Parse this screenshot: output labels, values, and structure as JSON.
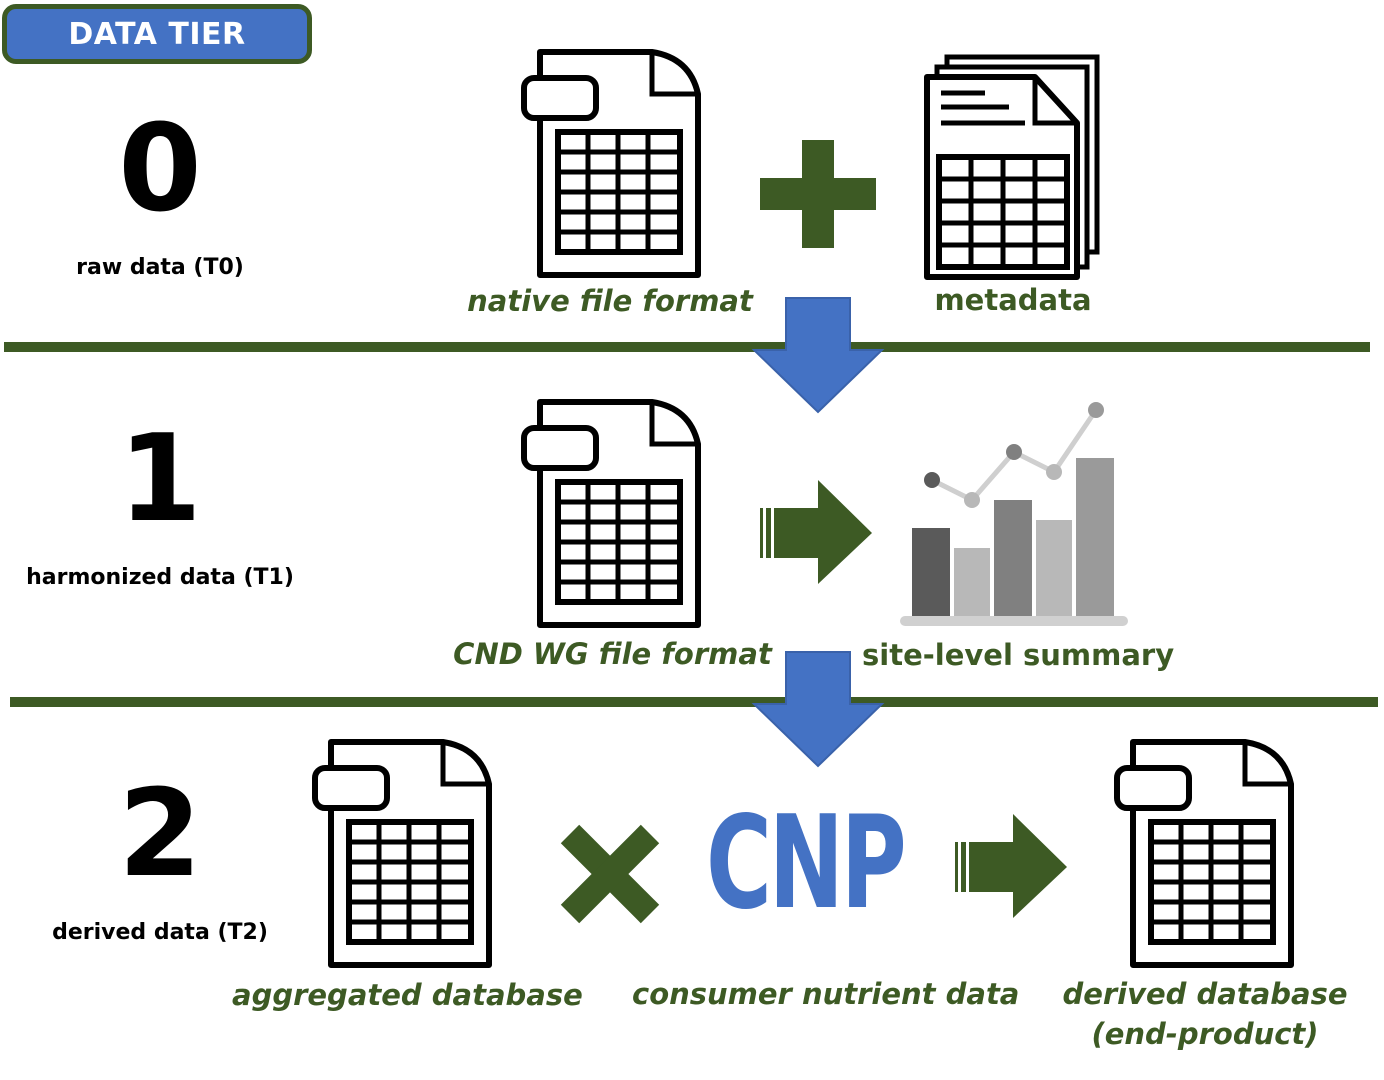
{
  "header": {
    "badge": "DATA TIER"
  },
  "tiers": [
    {
      "number": "0",
      "label": "raw data (T0)"
    },
    {
      "number": "1",
      "label": "harmonized data (T1)"
    },
    {
      "number": "2",
      "label": "derived data (T2)"
    }
  ],
  "tier0": {
    "native_caption": "native file format",
    "metadata_caption": "metadata"
  },
  "tier1": {
    "cndwg_caption": "CND WG file format",
    "summary_caption": "site-level summary"
  },
  "tier2": {
    "aggregated_caption": "aggregated database",
    "cnp_text": "CNP",
    "consumer_caption": "consumer nutrient data",
    "derived_caption_line1": "derived database",
    "derived_caption_line2": "(end-product)"
  },
  "colors": {
    "dark_green": "#3d5a24",
    "blue": "#4472c4",
    "black": "#000000"
  },
  "icons": [
    "spreadsheet-file-icon",
    "metadata-document-icon",
    "plus-icon",
    "down-arrow-icon",
    "right-arrow-icon",
    "bar-line-chart-icon",
    "multiply-icon"
  ]
}
